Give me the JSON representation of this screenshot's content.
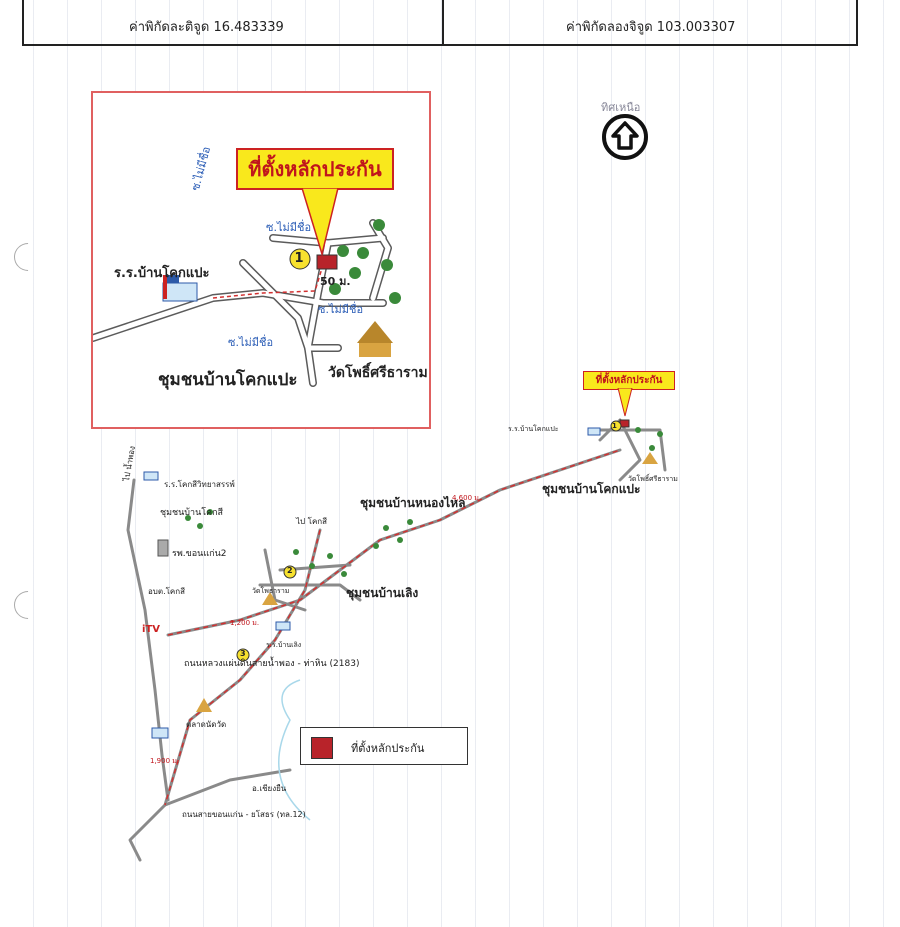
{
  "header": {
    "latitude_text": "ค่าพิกัดละติจูด 16.483339",
    "longitude_text": "ค่าพิกัดลองจิจูด 103.003307"
  },
  "north": {
    "label": "ทิศเหนือ",
    "icon": "north-arrow-icon"
  },
  "inset_map": {
    "callout": "ที่ตั้งหลักประกัน",
    "marker_number": "1",
    "school_label": "ร.ร.บ้านโคกแปะ",
    "soi_1": "ซ.ไม่มีชื่อ",
    "soi_2": "ซ.ไม่มีชื่อ",
    "soi_3": "ซ.ไม่มีชื่อ",
    "soi_4": "ซ.ไม่มีชื่อ",
    "distance": "50 ม.",
    "community": "ชุมชนบ้านโคกแปะ",
    "temple": "วัดโพธิ์ศรีธาราม"
  },
  "main_map": {
    "callout": "ที่ตั้งหลักประกัน",
    "community_nong_lai": "ชุมชนบ้านหนองไหล",
    "community_khok_pae": "ชุมชนบ้านโคกแปะ",
    "community_loeng": "ชุมชนบ้านเลิง",
    "community_khok_si": "ชุมชนบ้านโคกสี",
    "school_khok_pae": "ร.ร.บ้านโคกแปะ",
    "school_khok_si": "ร.ร.โคกสีวิทยาสรรพ์",
    "school_ban_loeng": "ร.ร.บ้านเลิง",
    "hospital": "รพ.ขอนแก่น2",
    "sao": "อบต.โคกสี",
    "temple_loeng": "วัดโพธาราม",
    "temple_khok_pae": "วัดโพธิ์ศรีธาราม",
    "road_main": "ถนนหลวงแผ่นดินสายน้ำพอง - ท่าหิน (2183)",
    "road_bottom": "ถนนสายขอนแก่น - ยโสธร (ทล.12)",
    "road_to_nam_phong": "ไป น้ำพอง",
    "road_to_khok_si": "ไป โคกสี",
    "road_to_chiang_yuen": "อ.เชียงยืน",
    "dist_nong_lai": "4,600 ม.",
    "dist_loeng": "1,200 ม.",
    "dist_bottom": "1,900 ม.",
    "market": "ตลาดนัดวัด",
    "tv": "iTV",
    "marker_1": "1",
    "marker_2": "2",
    "marker_3": "3"
  },
  "legend": {
    "label": "ที่ตั้งหลักประกัน",
    "color": "#b8232a"
  },
  "colors": {
    "callout_fill": "#f9e81c",
    "callout_text": "#c0151c",
    "road": "#8a8a8a",
    "route": "#d23030",
    "tree": "#3a8a3a"
  }
}
